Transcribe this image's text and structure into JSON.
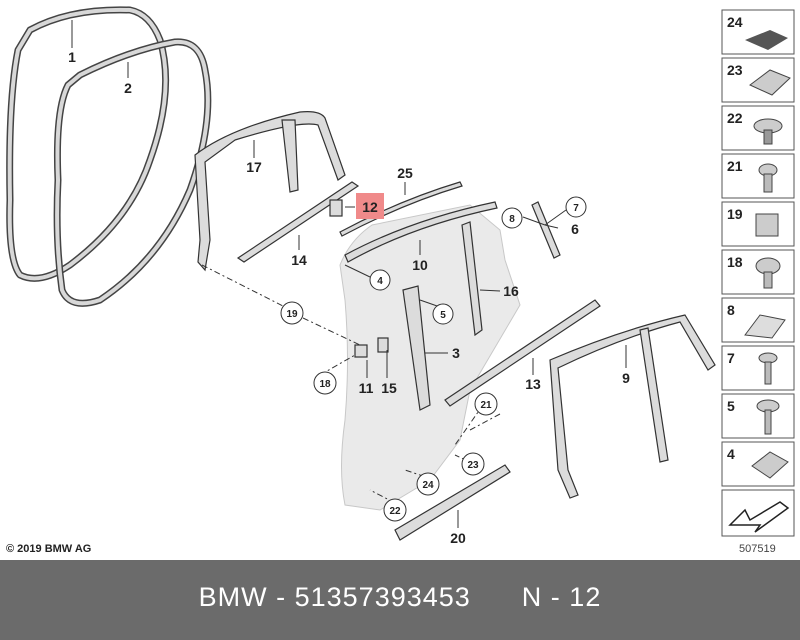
{
  "callouts": {
    "c1": "1",
    "c2": "2",
    "c17": "17",
    "c25": "25",
    "c12": "12",
    "c14": "14",
    "c8": "8",
    "c7": "7",
    "c6": "6",
    "c10": "10",
    "c4": "4",
    "c16": "16",
    "c5": "5",
    "c19": "19",
    "c3": "3",
    "c13": "13",
    "c9": "9",
    "c18": "18",
    "c11": "11",
    "c15": "15",
    "c21": "21",
    "c23": "23",
    "c24": "24",
    "c22": "22",
    "c20": "20"
  },
  "highlight_color": "#f08a8a",
  "side_panel": {
    "items": [
      "24",
      "23",
      "22",
      "21",
      "19",
      "18",
      "8",
      "7",
      "5",
      "4"
    ]
  },
  "copyright": "© 2019 BMW AG",
  "drawing_number": "507519",
  "footer": {
    "text": "BMW - 51357393453      N - 12",
    "background": "#6b6b6b"
  }
}
